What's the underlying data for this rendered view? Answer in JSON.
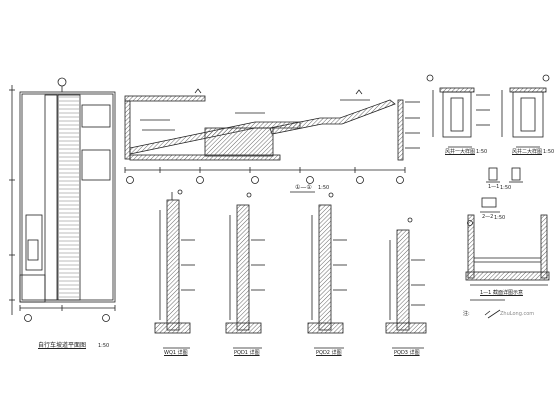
{
  "drawing": {
    "line_color": "#222222",
    "hatch_color": "#555555",
    "labels": {
      "plan_title": "自行车坡道平面图",
      "plan_scale": "1:50",
      "section_title": "①—①",
      "section_scale": "1:50",
      "shaft1_title": "风井一大样图",
      "shaft1_scale": "1:50",
      "shaft2_title": "风井二大样图",
      "shaft2_scale": "1:50",
      "sec_11": "1—1",
      "sec_11_scale": "1:50",
      "sec_22": "2—2",
      "sec_22_scale": "1:50",
      "wall_sec_title": "1—1 截面详图示意",
      "note_r": "注:",
      "wall_titles": [
        "WQ1 详图",
        "PQD1 详图",
        "PQD2 详图",
        "PQD3 详图"
      ],
      "watermark": "ZhuLong.com"
    },
    "axis_numbers": [
      "①",
      "②",
      "③",
      "④",
      "⑤",
      "⑥"
    ]
  }
}
